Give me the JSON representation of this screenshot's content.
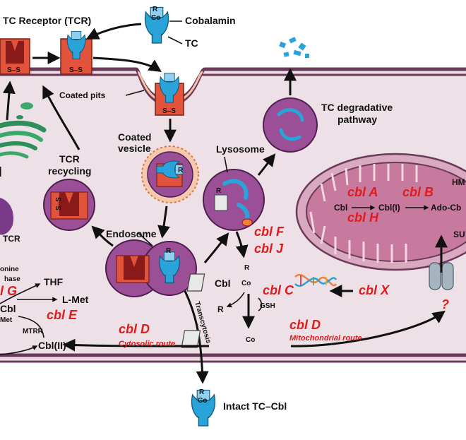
{
  "labels": {
    "tcr": "TC Receptor (TCR)",
    "cobalamin": "Cobalamin",
    "tc": "TC",
    "coated_pits": "Coated pits",
    "tc_degradative_1": "TC degradative",
    "tc_degradative_2": "pathway",
    "coated_vesicle_1": "Coated",
    "coated_vesicle_2": "vesicle",
    "lysosome": "Lysosome",
    "tcr_recycling_1": "TCR",
    "tcr_recycling_2": "recycling",
    "endosome": "Endosome",
    "tcr_golgi": "TCR",
    "methionine_1": "onine",
    "methionine_2": "hase",
    "thf": "THF",
    "lmet": "L-Met",
    "cbl_left": "Cbl",
    "met_left": "Met",
    "mtrr": "MTRR",
    "cbl_ii": "Cbl(II)",
    "cbl_mid": "Cbl",
    "r_mid": "R",
    "r_mid2": "R",
    "gsh": "GSH",
    "transcytosis": "Transcytosis",
    "intact_tc_cbl": "Intact TC–Cbl",
    "co": "Co",
    "r": "R",
    "ss": "S–S",
    "co_ii": "Coᴵᴵ",
    "mito_cbl": "Cbl",
    "mito_cbl_i": "Cbl(I)",
    "mito_ado": "Ado-Cb",
    "mito_hm": "HM",
    "mito_su": "SU",
    "question": "?"
  },
  "genes": {
    "cbl_a": "cbl A",
    "cbl_b": "cbl B",
    "cbl_h": "cbl H",
    "cbl_f": "cbl F",
    "cbl_j": "cbl J",
    "cbl_c": "cbl C",
    "cbl_x": "cbl X",
    "cbl_g": "l G",
    "cbl_e": "cbl E",
    "cbl_d_left": "cbl D",
    "cbl_d_right": "cbl D",
    "cytosolic_route": "Cytosolic route",
    "mitochondrial_route": "Mitochondrial route"
  },
  "colors": {
    "membrane": "#6b3a5a",
    "cell_fill": "#e8cfd9",
    "vesicle": "#9a4f96",
    "receptor": "#e2533c",
    "tc_blue": "#2aa3d8",
    "mito": "#c77a9e",
    "gene_red": "#e01b1b",
    "golgi": "#2f8f5a"
  }
}
